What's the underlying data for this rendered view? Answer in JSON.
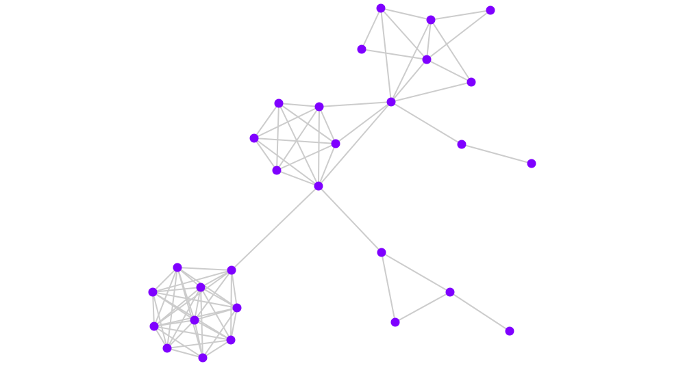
{
  "colors": {
    "node": "#7f00ff",
    "edge": "#cccccc",
    "background": "#ffffff"
  },
  "graph": {
    "nodes": [
      "n0",
      "n1",
      "n2",
      "n3",
      "n4",
      "n5",
      "n6",
      "n7",
      "n8",
      "n9",
      "n10",
      "n11",
      "n12",
      "n13",
      "n14",
      "n15",
      "n16",
      "n17",
      "n18",
      "n19",
      "n20",
      "n21",
      "n22",
      "n23",
      "n24",
      "n25"
    ],
    "edges": [
      [
        "n0",
        "n1"
      ],
      [
        "n0",
        "n2"
      ],
      [
        "n0",
        "n4"
      ],
      [
        "n0",
        "n5"
      ],
      [
        "n1",
        "n2"
      ],
      [
        "n1",
        "n3"
      ],
      [
        "n1",
        "n5"
      ],
      [
        "n2",
        "n5"
      ],
      [
        "n3",
        "n5"
      ],
      [
        "n2",
        "n4"
      ],
      [
        "n5",
        "n4"
      ],
      [
        "n1",
        "n4"
      ],
      [
        "n4",
        "n6"
      ],
      [
        "n5",
        "n7"
      ],
      [
        "n6",
        "n7"
      ],
      [
        "n6",
        "n8"
      ],
      [
        "n6",
        "n10"
      ],
      [
        "n6",
        "n11"
      ],
      [
        "n7",
        "n8"
      ],
      [
        "n7",
        "n9"
      ],
      [
        "n7",
        "n10"
      ],
      [
        "n7",
        "n11"
      ],
      [
        "n8",
        "n10"
      ],
      [
        "n8",
        "n11"
      ],
      [
        "n9",
        "n11"
      ],
      [
        "n9",
        "n10"
      ],
      [
        "n10",
        "n11"
      ],
      [
        "n7",
        "n12"
      ],
      [
        "n11",
        "n12"
      ],
      [
        "n12",
        "n13"
      ],
      [
        "n13",
        "n14"
      ],
      [
        "n13",
        "n15"
      ],
      [
        "n13",
        "n16"
      ],
      [
        "n14",
        "n15"
      ],
      [
        "n15",
        "n16"
      ],
      [
        "n16",
        "n17"
      ],
      [
        "n11",
        "n18"
      ],
      [
        "n18",
        "n19"
      ],
      [
        "n18",
        "n20"
      ],
      [
        "n18",
        "n21"
      ],
      [
        "n18",
        "n22"
      ],
      [
        "n18",
        "n23"
      ],
      [
        "n18",
        "n24"
      ],
      [
        "n18",
        "n25"
      ],
      [
        "n19",
        "n20"
      ],
      [
        "n19",
        "n21"
      ],
      [
        "n19",
        "n22"
      ],
      [
        "n19",
        "n23"
      ],
      [
        "n19",
        "n24"
      ],
      [
        "n19",
        "n25"
      ],
      [
        "n20",
        "n21"
      ],
      [
        "n20",
        "n22"
      ],
      [
        "n20",
        "n23"
      ],
      [
        "n20",
        "n24"
      ],
      [
        "n20",
        "n25"
      ],
      [
        "n21",
        "n22"
      ],
      [
        "n21",
        "n23"
      ],
      [
        "n21",
        "n24"
      ],
      [
        "n21",
        "n25"
      ],
      [
        "n22",
        "n23"
      ],
      [
        "n22",
        "n24"
      ],
      [
        "n22",
        "n25"
      ],
      [
        "n23",
        "n24"
      ],
      [
        "n23",
        "n25"
      ],
      [
        "n24",
        "n25"
      ]
    ]
  }
}
